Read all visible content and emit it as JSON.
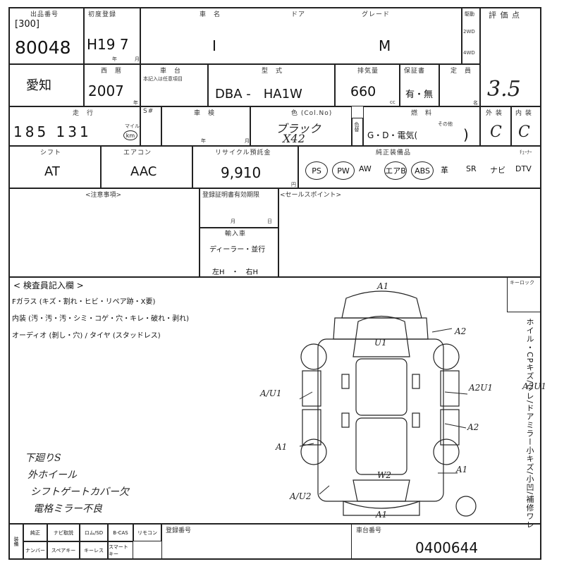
{
  "row1": {
    "lot_header": "出品番号",
    "lot_sub": "[300]",
    "lot_number": "80048",
    "reg_header": "初度登録",
    "reg_value": "H19 7",
    "reg_unit": "年",
    "reg_month_unit": "月",
    "name_header": "車　名",
    "door_header": "ドア",
    "name_value": "I",
    "grade_header": "グレード",
    "grade_value": "M",
    "drive_header": "駆動",
    "drive_2wd": "2WD",
    "drive_4wd": "4WD",
    "score_header": "評 価 点",
    "score_value": "3.5"
  },
  "row2": {
    "region": "愛知",
    "year_header": "西　暦",
    "year_value": "2007",
    "year_unit": "年",
    "chassis_header": "車　台",
    "chassis_note": "本記入は任意項目",
    "model_header": "型　式",
    "model_value": "DBA -　HA1W",
    "cc_header": "排気量",
    "cc_value": "660",
    "cc_unit": "cc",
    "warranty_header": "保証書",
    "warranty_value": "有・無",
    "capacity_header": "定　員",
    "capacity_unit": "名"
  },
  "row3": {
    "mileage_header": "走　行",
    "mileage_value": "185 131",
    "mileage_unit_a": "マイル",
    "mileage_unit_b": "km",
    "shift_num_header": "S#",
    "inspection_header": "車　検",
    "inspection_year": "年",
    "inspection_month": "月",
    "color_header": "色 (Col.No)",
    "color_value": "ブラック",
    "color_code": "X42",
    "color_change": "色替",
    "fuel_header": "燃　料",
    "fuel_value": "G・D・電気(",
    "fuel_other": "その他",
    "exterior_header": "外 装",
    "exterior_value": "C",
    "interior_header": "内 装",
    "interior_value": "C"
  },
  "row4": {
    "shift_header": "シフト",
    "shift_value": "AT",
    "ac_header": "エアコン",
    "ac_value": "AAC",
    "recycle_header": "リサイクル預託金",
    "recycle_value": "9,910",
    "recycle_unit": "円",
    "equip_header": "純正装備品",
    "equip_items": [
      "PS",
      "PW",
      "AW",
      "エアB",
      "ABS",
      "革",
      "SR",
      "ナビ",
      "DTV"
    ],
    "tuner_header": "ﾁｭｰﾅｰ"
  },
  "notes": {
    "caution_header": "<注意事項>",
    "deadline_header": "登録証明書有効期限",
    "deadline_month": "月",
    "deadline_day": "日",
    "import_header": "輸入車",
    "import_value": "ディーラー・並行",
    "handle_value": "左H　・　右H",
    "sales_header": "<セールスポイント>"
  },
  "inspector": {
    "header": "< 検査員記入欄 >",
    "glass_line": "Fガラス (キズ・割れ・ヒビ・リペア跡・X要)",
    "interior_line": "内装 (汚・汚・汚・シミ・コゲ・穴・キレ・破れ・剥れ)",
    "audio_line": "オーディオ (剝し・穴) / タイヤ (スタッドレス)",
    "keyless_label": "キーロック",
    "side_notes": "ホイル・CPキズ/ワレ/ドアミラー小キズ/小凹/補修ワレ",
    "hand_notes": [
      "下廻りS",
      "外ホイール",
      "シフトゲートカバー欠",
      "電格ミラー不良"
    ],
    "marks": [
      "A1",
      "U1",
      "A2",
      "A/U1",
      "A2U1",
      "A2",
      "A1",
      "A1",
      "W2",
      "A/U2",
      "A1",
      "A2U1"
    ]
  },
  "footer": {
    "labels": [
      "装備",
      "純正",
      "ナビ取説",
      "ロム/SD",
      "B-CAS",
      "リモコン",
      "ナンバー",
      "スペアキー",
      "キーレス",
      "スマートキー"
    ],
    "reg_header": "登録番号",
    "body_number_header": "車台番号",
    "body_number": "0400644"
  }
}
